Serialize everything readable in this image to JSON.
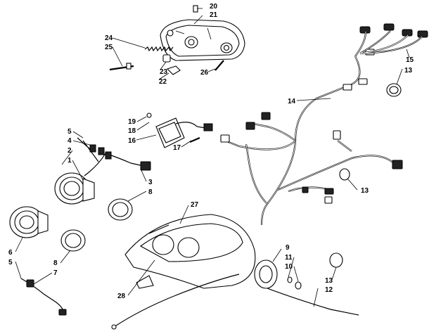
{
  "diagram": {
    "callouts": [
      {
        "id": "c1",
        "label": "1"
      },
      {
        "id": "c2",
        "label": "2"
      },
      {
        "id": "c3",
        "label": "3"
      },
      {
        "id": "c4",
        "label": "4"
      },
      {
        "id": "c5a",
        "label": "5"
      },
      {
        "id": "c5b",
        "label": "5"
      },
      {
        "id": "c6",
        "label": "6"
      },
      {
        "id": "c7",
        "label": "7"
      },
      {
        "id": "c8a",
        "label": "8"
      },
      {
        "id": "c8b",
        "label": "8"
      },
      {
        "id": "c9",
        "label": "9"
      },
      {
        "id": "c10",
        "label": "10"
      },
      {
        "id": "c11",
        "label": "11"
      },
      {
        "id": "c12",
        "label": "12"
      },
      {
        "id": "c13a",
        "label": "13"
      },
      {
        "id": "c13b",
        "label": "13"
      },
      {
        "id": "c13c",
        "label": "13"
      },
      {
        "id": "c14",
        "label": "14"
      },
      {
        "id": "c15",
        "label": "15"
      },
      {
        "id": "c16",
        "label": "16"
      },
      {
        "id": "c17",
        "label": "17"
      },
      {
        "id": "c18",
        "label": "18"
      },
      {
        "id": "c19",
        "label": "19"
      },
      {
        "id": "c20",
        "label": "20"
      },
      {
        "id": "c21",
        "label": "21"
      },
      {
        "id": "c22",
        "label": "22"
      },
      {
        "id": "c23",
        "label": "23"
      },
      {
        "id": "c24",
        "label": "24"
      },
      {
        "id": "c25",
        "label": "25"
      },
      {
        "id": "c26",
        "label": "26"
      },
      {
        "id": "c27",
        "label": "27"
      },
      {
        "id": "c28",
        "label": "28"
      }
    ]
  }
}
